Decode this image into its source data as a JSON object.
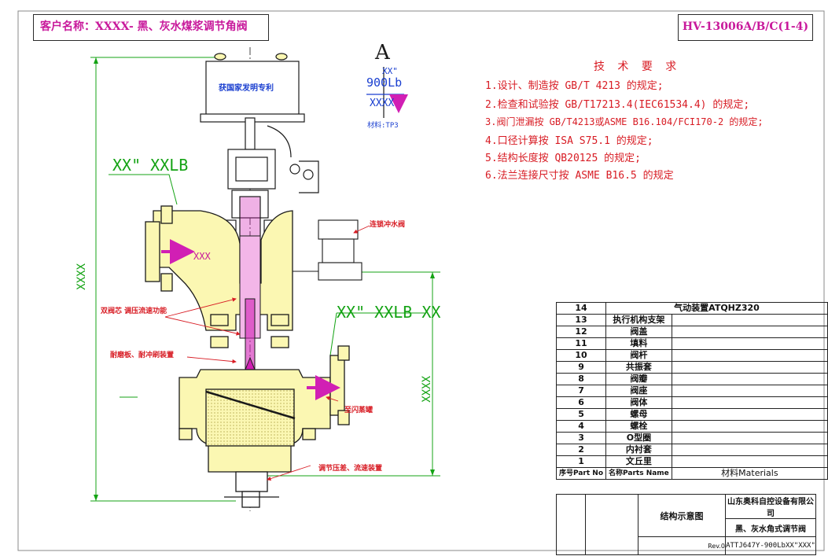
{
  "header": {
    "client": "客户名称：XXXX- 黑、灰水煤浆调节角阀",
    "drawing_no": "HV-13006A/B/C(1-4)"
  },
  "tech": {
    "title": "技 术 要 求",
    "items": [
      "1.设计、制造按 GB/T 4213 的规定;",
      "2.检查和试验按 GB/T17213.4(IEC61534.4) 的规定;",
      "3.阀门泄漏按 GB/T4213或ASME B16.104/FCI170-2 的规定;",
      "4.口径计算按 ISA S75.1 的规定;",
      "5.结构长度按 QB20125 的规定;",
      "6.法兰连接尺寸按 ASME B16.5 的规定"
    ]
  },
  "annotations": {
    "inlet_rating": "XX\" XXLB",
    "outlet_rating": "XX\" XXLB XX",
    "inlet_flow": "XXX",
    "dim_left": "XXXX",
    "dim_right": "XXXX",
    "patent": "获国家发明专利",
    "flush_valve": "连锁冲水阀",
    "outlet_dest": "至闪蒸罐",
    "spool_note": "双阀芯 调压流速功能",
    "wear_note": "耐磨板、耐冲刷装置",
    "adjust_note": "调节压差、流速装置",
    "symbol_label": "A",
    "symbol_size": "XX\"",
    "symbol_class": "900Lb",
    "symbol_code": "XXXX",
    "symbol_tp": "材料:TP3"
  },
  "bom": {
    "rows": [
      {
        "no": "14",
        "name": "气动装置ATQHZ320",
        "material": ""
      },
      {
        "no": "13",
        "name": "执行机构支架",
        "material": ""
      },
      {
        "no": "12",
        "name": "阀盖",
        "material": ""
      },
      {
        "no": "11",
        "name": "填料",
        "material": ""
      },
      {
        "no": "10",
        "name": "阀杆",
        "material": ""
      },
      {
        "no": "9",
        "name": "共振套",
        "material": ""
      },
      {
        "no": "8",
        "name": "阀瓣",
        "material": ""
      },
      {
        "no": "7",
        "name": "阀座",
        "material": ""
      },
      {
        "no": "6",
        "name": "阀体",
        "material": ""
      },
      {
        "no": "5",
        "name": "螺母",
        "material": ""
      },
      {
        "no": "4",
        "name": "螺栓",
        "material": ""
      },
      {
        "no": "3",
        "name": "O型圈",
        "material": ""
      },
      {
        "no": "2",
        "name": "内衬套",
        "material": ""
      },
      {
        "no": "1",
        "name": "文丘里",
        "material": ""
      }
    ],
    "header_no": "序号Part No",
    "header_name": "名称Parts Name",
    "header_material": "材料Materials"
  },
  "title_block": {
    "caption": "结构示意图",
    "company": "山东奥科自控设备有限公司",
    "product": "黑、灰水角式调节阀",
    "model": "ATTJ647Y-900LbXX\"XXX\"",
    "rev": "Rev.0"
  },
  "colors": {
    "outline": "#1a1a1a",
    "body_fill": "#fbf7b2",
    "accent_magenta": "#d11fb4",
    "green_dim": "#14a314",
    "red_text": "#d81c24",
    "blue": "#1a3fd0"
  }
}
